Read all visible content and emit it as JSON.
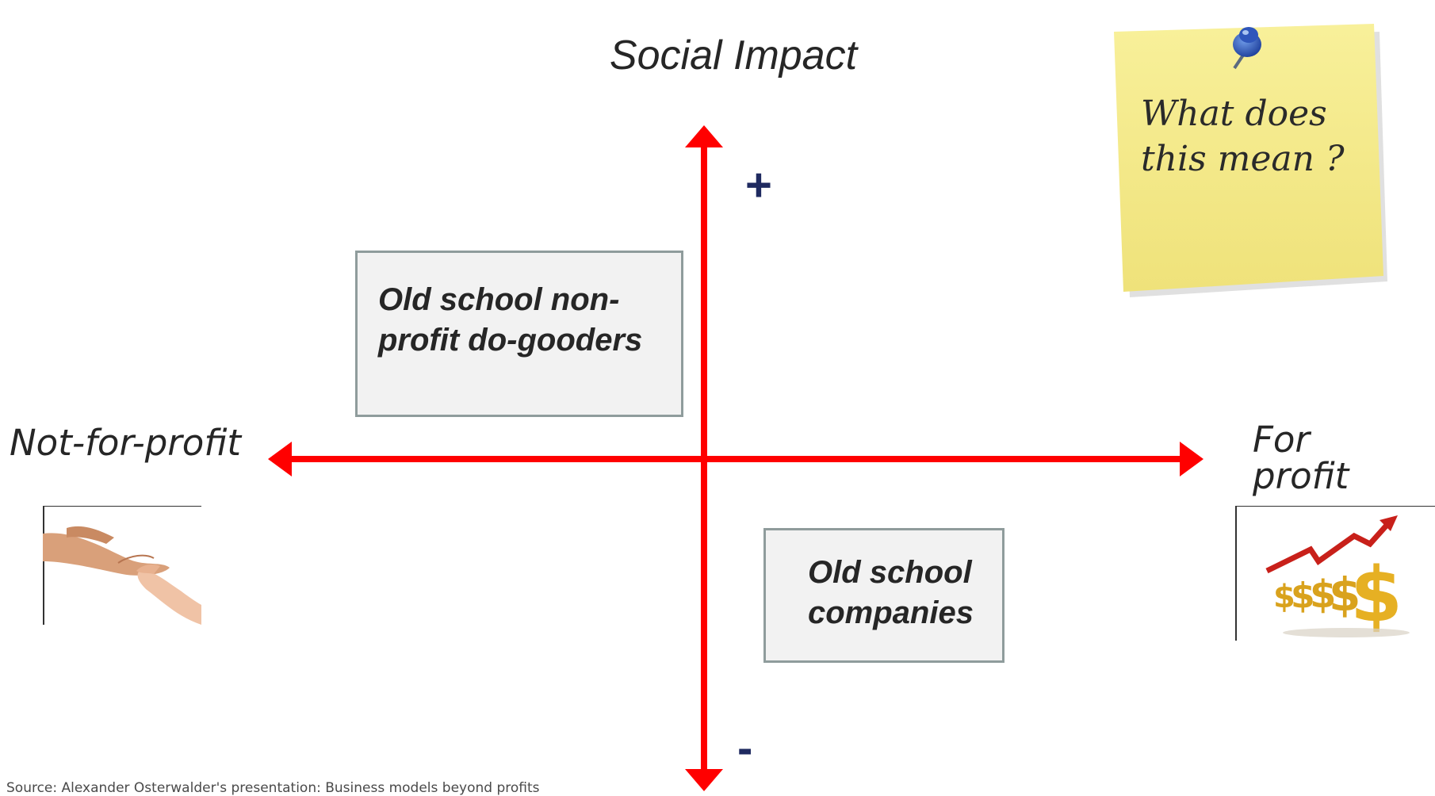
{
  "axis_labels": {
    "vertical_title": "Social Impact",
    "plus_sign": "+",
    "minus_sign": "-",
    "left_label": "Not-for-profit",
    "right_label_line1": "For",
    "right_label_line2": "profit"
  },
  "quadrant_boxes": {
    "top_left_line1": "Old school non-",
    "top_left_line2": "profit do-gooders",
    "bottom_right_line1": "Old school",
    "bottom_right_line2": "companies"
  },
  "sticky_note": {
    "line1": "What does",
    "line2": "this mean ?"
  },
  "images": {
    "left": "helping-hands-icon",
    "right": "rising-dollar-icon"
  },
  "source": "Source: Alexander Osterwalder's presentation: Business models beyond profits",
  "colors": {
    "axis": "#ff0000",
    "sign": "#1f2a60",
    "box_border": "#8f9c9c",
    "box_fill": "#f2f2f2",
    "sticky": "#f7ed86"
  }
}
